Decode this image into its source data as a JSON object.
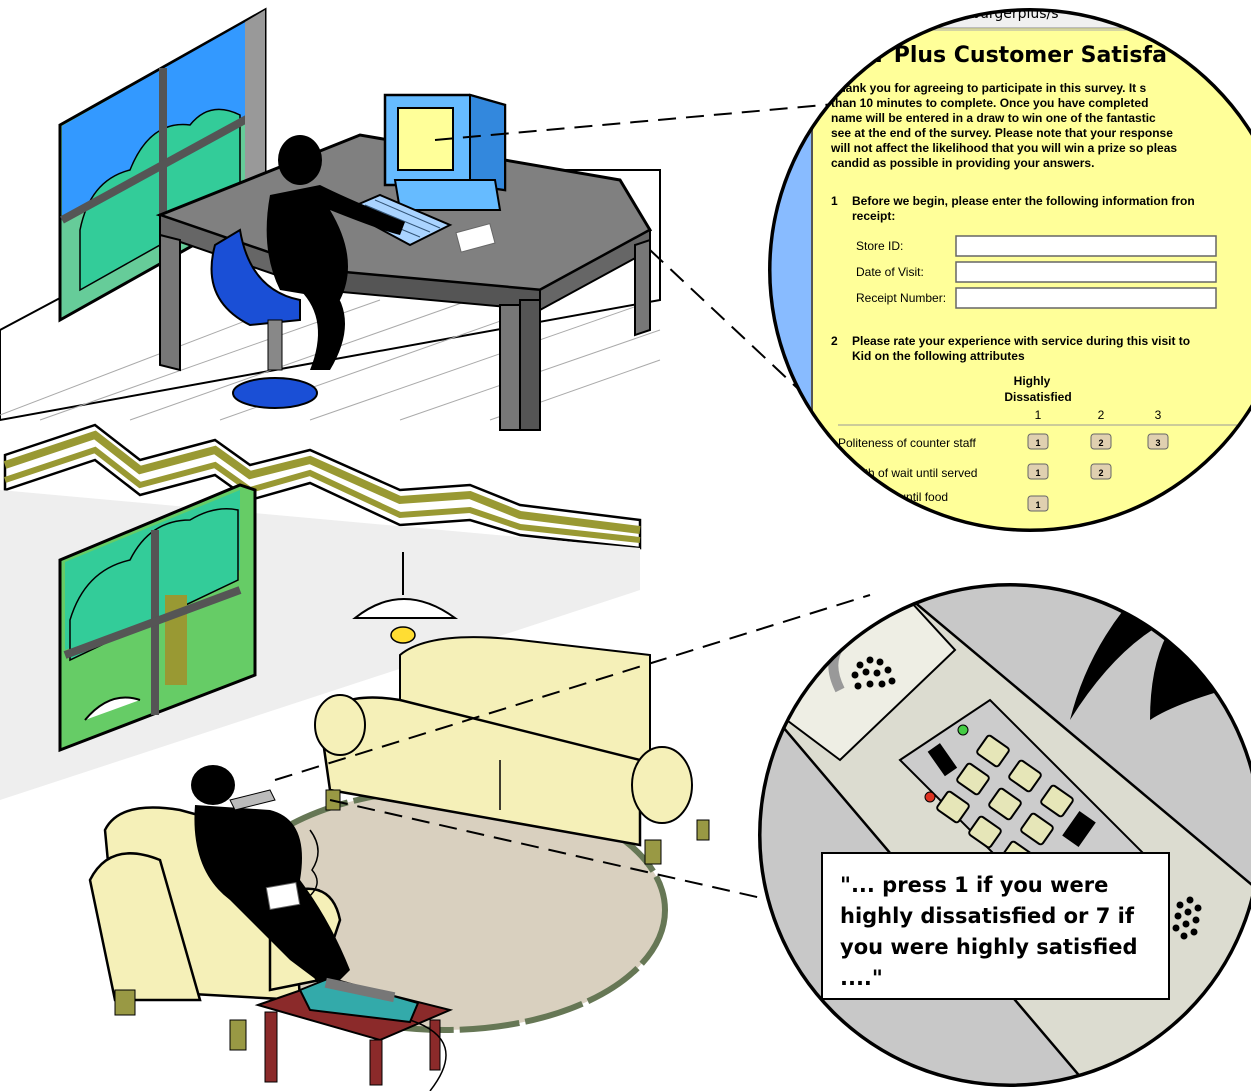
{
  "browser": {
    "url": "clariom.com/burgerplus/s"
  },
  "survey": {
    "title": "urger Plus Customer Satisfa",
    "intro_lines": [
      "Thank you for agreeing to participate in this survey. It s",
      "than 10 minutes to complete. Once you have completed",
      "name will be entered in a draw to win one of the fantastic",
      "see at the end of the survey. Please note that your response",
      "will not affect the likelihood that you will win a prize so pleas",
      "candid as possible in providing your answers."
    ],
    "q1": {
      "number": "1",
      "text_line1": "Before we begin, please enter the following information fron",
      "text_line2": "receipt:",
      "fields": [
        {
          "label": "Store ID:",
          "value": ""
        },
        {
          "label": "Date of Visit:",
          "value": ""
        },
        {
          "label": "Receipt Number:",
          "value": ""
        }
      ]
    },
    "q2": {
      "number": "2",
      "text_line1": "Please rate your experience with service during this visit to",
      "text_line2": "Kid on the following attributes",
      "scale_header_line1": "Highly",
      "scale_header_line2": "Dissatisfied",
      "scale_numbers": [
        "1",
        "2",
        "3"
      ],
      "rows": [
        {
          "label": "Politeness of counter staff",
          "buttons": [
            "1",
            "2",
            "3"
          ]
        },
        {
          "label": "Length of wait until served",
          "buttons": [
            "1",
            "2"
          ]
        },
        {
          "label": "th of wait until food",
          "buttons": [
            "1"
          ]
        }
      ]
    }
  },
  "phone_prompt": {
    "lines": [
      "\"... press 1 if you were",
      "highly dissatisfied or 7 if",
      "you were highly satisfied",
      "....\""
    ]
  },
  "colors": {
    "survey_bg": "#ffff99",
    "sky": "#3399ff",
    "tree": "#33cc99",
    "desk": "#808080",
    "chair": "#1a4fd6",
    "monitor": "#66bbff",
    "sofa": "#f5f0b8",
    "rug": "#d9d0bf",
    "beam": "#999933"
  }
}
